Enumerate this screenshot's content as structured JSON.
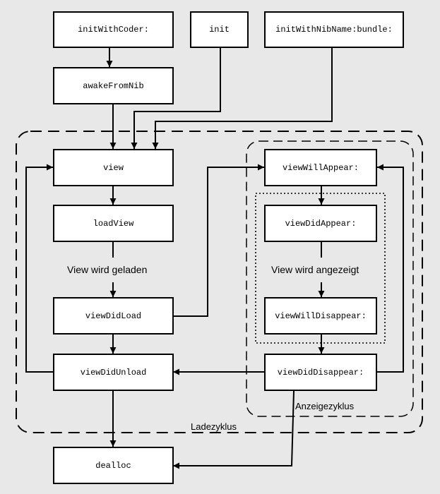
{
  "nodes": {
    "initWithCoder": "initWithCoder:",
    "init": "init",
    "initWithNibName": "initWithNibName:bundle:",
    "awakeFromNib": "awakeFromNib",
    "view": "view",
    "loadView": "loadView",
    "viewDidLoad": "viewDidLoad",
    "viewDidUnload": "viewDidUnload",
    "dealloc": "dealloc",
    "viewWillAppear": "viewWillAppear:",
    "viewDidAppear": "viewDidAppear:",
    "viewWillDisappear": "viewWillDisappear:",
    "viewDidDisappear": "viewDidDisappear:"
  },
  "labels": {
    "view_loading": "View wird geladen",
    "view_displayed": "View wird angezeigt",
    "display_cycle": "Anzeigezyklus",
    "load_cycle": "Ladezyklus"
  },
  "colors": {
    "background": "#e8e8e8",
    "box_fill": "#ffffff",
    "stroke": "#000000"
  }
}
